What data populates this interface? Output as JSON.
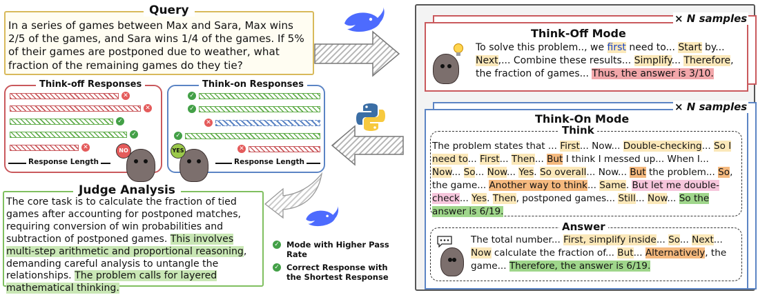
{
  "query": {
    "title": "Query",
    "text": "In a series of games between Max and Sara, Max wins 2/5 of the games, and Sara wins 1/4 of the games. If 5% of their games are postponed due to weather, what fraction of the remaining games do they tie?"
  },
  "think_off_responses": {
    "title": "Think-off Responses",
    "length_label": "Response Length",
    "sign": "NO"
  },
  "think_on_responses": {
    "title": "Think-on Responses",
    "length_label": "Response Length",
    "sign": "YES"
  },
  "judge": {
    "title": "Judge Analysis",
    "text_plain": "The core task is to calculate the fraction of tied games after accounting for postponed matches, requiring conversion of win probabilities and subtraction of postponed games. ",
    "text_hl1": "This involves multi-step arithmetic and proportional reasoning",
    "text_mid": ", demanding careful analysis to untangle the relationships. ",
    "text_hl2": "The problem calls for layered mathematical thinking."
  },
  "legend": {
    "item1": "Mode with Higher Pass Rate",
    "item2": "Correct Response with the Shortest Response"
  },
  "think_off_mode": {
    "title": "Think-Off Mode",
    "samples": "× N samples",
    "s1": "To solve this problem.., we ",
    "s2": "first",
    "s3": " need to... ",
    "s4": "Start",
    "s5": " by... ",
    "s6": "Next",
    "s7": ",... Combine these results... ",
    "s8": "Simplify",
    "s9": "... ",
    "s10": "Therefore",
    "s11": ", the fraction of games... ",
    "s12": "Thus, the answer is 3/10."
  },
  "think_on_mode": {
    "title": "Think-On Mode",
    "samples": "× N samples",
    "think_title": "Think",
    "answer_title": "Answer",
    "think": {
      "t1": "The problem states that ... ",
      "t2": "First",
      "t3": "... Now... ",
      "t4": "Double-checking",
      "t5": "... ",
      "t6": "So I need to",
      "t7": "... ",
      "t8": "First",
      "t9": "... ",
      "t10": "Then",
      "t11": "... ",
      "t12": "But",
      "t13": " I think I messed up... When I... ",
      "t14": "Now",
      "t15": "... ",
      "t16": "So",
      "t17": "... ",
      "t18": "Now",
      "t19": "... ",
      "t20": "Yes",
      "t21": ". ",
      "t22": "So overall",
      "t23": "... Now... ",
      "t24": "But",
      "t25": " the problem... ",
      "t26": "So",
      "t27": ", the game... ",
      "t28": "Another way to think",
      "t29": "... ",
      "t30": "Same",
      "t31": ". ",
      "t32": "But let me double-check",
      "t33": "... ",
      "t34": "Yes",
      "t35": ". ",
      "t36": "Then",
      "t37": ", postponed games... ",
      "t38": "Still",
      "t39": "... ",
      "t40": "Now",
      "t41": "... ",
      "t42": "So the answer is 6/19."
    },
    "answer": {
      "a1": "The total number... ",
      "a2": "First, simplify inside",
      "a3": "... ",
      "a4": "So",
      "a5": "... ",
      "a6": "Next",
      "a7": "... ",
      "a8": "Now",
      "a9": " calculate the fraction of... ",
      "a10": "But",
      "a11": "... ",
      "a12": "Alternatively",
      "a13": ", the game... ",
      "a14": "Therefore, the answer is 6/19."
    }
  }
}
